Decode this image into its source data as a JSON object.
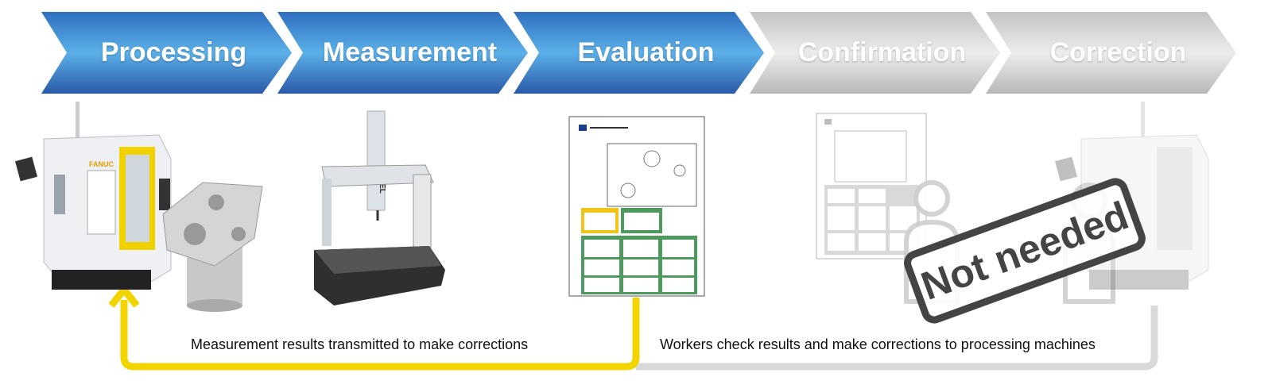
{
  "steps": [
    {
      "label": "Processing",
      "state": "active"
    },
    {
      "label": "Measurement",
      "state": "active"
    },
    {
      "label": "Evaluation",
      "state": "active"
    },
    {
      "label": "Confirmation",
      "state": "inactive"
    },
    {
      "label": "Correction",
      "state": "inactive"
    }
  ],
  "colors": {
    "active_light": "#5aaee6",
    "active_dark": "#2a5fb0",
    "inactive_light": "#e6e6e6",
    "inactive_dark": "#b4b4b4",
    "feedback_line": "#f2d400",
    "manual_line": "#d9d9d9",
    "stamp": "#444444"
  },
  "captions": {
    "auto": "Measurement results transmitted to make corrections",
    "manual": "Workers check results and make corrections to processing machines"
  },
  "stamp": {
    "text": "Not needed"
  },
  "machine_branding": {
    "cnc": "FANUC",
    "cmm": "AXCEL"
  }
}
